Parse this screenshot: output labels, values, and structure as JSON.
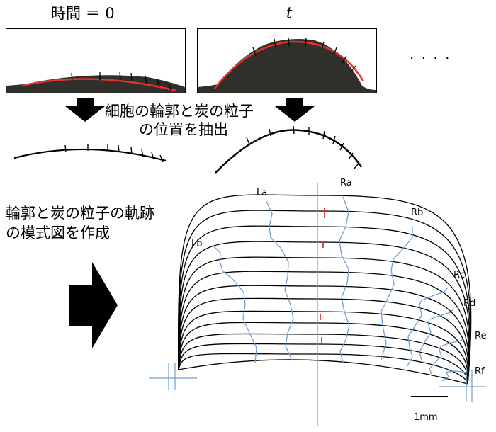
{
  "labels": {
    "time_zero": "時間 ＝ 0",
    "time_t": "t",
    "ellipsis": "· · · ·",
    "extract_line1": "細胞の輪郭と炭の粒子",
    "extract_line2": "の位置を抽出",
    "schematic_line1": "輪郭と炭の粒子の軌跡",
    "schematic_line2": "の模式図を作成"
  },
  "trajectory_labels": [
    "La",
    "Lb",
    "Ra",
    "Rb",
    "Rc",
    "Rd",
    "Re",
    "Rf"
  ],
  "scale_bar_label": "1mm",
  "colors": {
    "contour_red": "#e8312a",
    "tissue_dark": "#2f302c",
    "trajectory_blue": "#6f9fcf",
    "marker_red": "#e02020"
  }
}
